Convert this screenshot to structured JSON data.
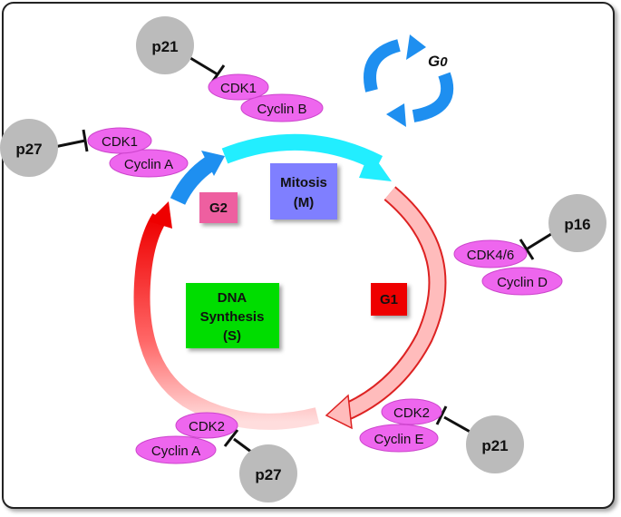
{
  "phases": {
    "mitosis": {
      "line1": "Mitosis",
      "line2": "(M)"
    },
    "g2": "G2",
    "g1": "G1",
    "s": {
      "line1": "DNA",
      "line2": "Synthesis",
      "line3": "(S)"
    },
    "g0": {
      "main": "G",
      "sub": "0"
    }
  },
  "inhibitors": {
    "p21_top": "p21",
    "p27_left": "p27",
    "p16_right": "p16",
    "p21_bottom": "p21",
    "p27_bottom": "p27"
  },
  "complexes": {
    "top": {
      "cdk": "CDK1",
      "cyclin": "Cyclin B"
    },
    "left": {
      "cdk": "CDK1",
      "cyclin": "Cyclin A"
    },
    "right": {
      "cdk": "CDK4/6",
      "cyclin": "Cyclin D"
    },
    "bottom_right": {
      "cdk": "CDK2",
      "cyclin": "Cyclin E"
    },
    "bottom_left": {
      "cdk": "CDK2",
      "cyclin": "Cyclin A"
    }
  },
  "colors": {
    "mitosis_box": "#7f7fff",
    "g2_box": "#ee5fa0",
    "g1_box": "#ee0000",
    "s_box": "#00dd00",
    "cyclin_fill": "#ee66ee",
    "inhibitor_fill": "#bbbbbb",
    "cyan_arrow": "#22eeff",
    "blue_arrow": "#1e8ff0",
    "red_arrow": "#ee2222",
    "pink_arrow": "#ff8888"
  }
}
